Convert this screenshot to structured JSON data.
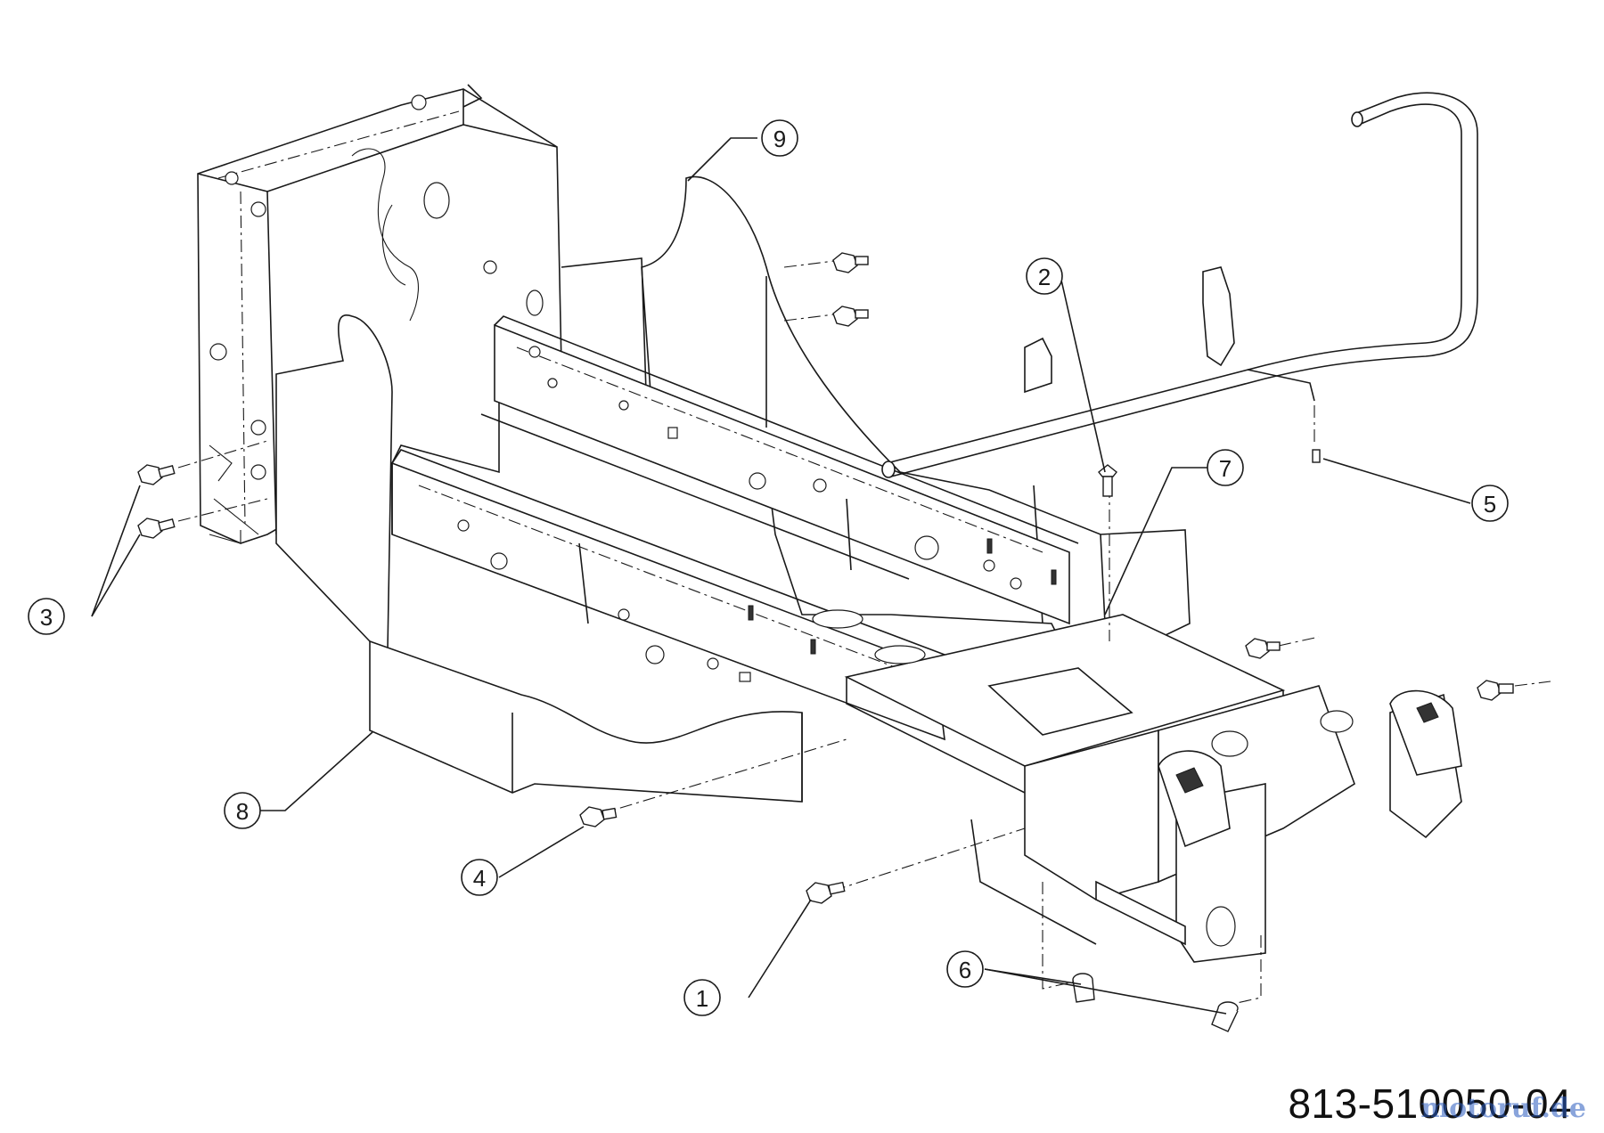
{
  "drawing_number": "813-510050-04",
  "watermark_text": "motoruf.de",
  "callouts": [
    {
      "id": "callout-1",
      "label": "1"
    },
    {
      "id": "callout-2",
      "label": "2"
    },
    {
      "id": "callout-3",
      "label": "3"
    },
    {
      "id": "callout-4",
      "label": "4"
    },
    {
      "id": "callout-5",
      "label": "5"
    },
    {
      "id": "callout-6",
      "label": "6"
    },
    {
      "id": "callout-7",
      "label": "7"
    },
    {
      "id": "callout-8",
      "label": "8"
    },
    {
      "id": "callout-9",
      "label": "9"
    }
  ],
  "colors": {
    "line": "#1a1a1a",
    "background": "#ffffff",
    "watermark": "#285abe"
  }
}
